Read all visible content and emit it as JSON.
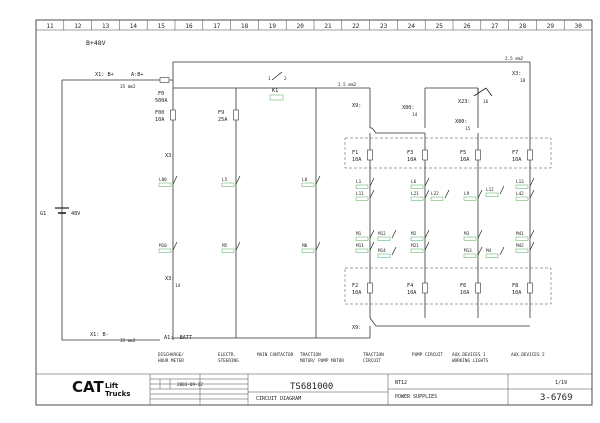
{
  "columns": [
    "11",
    "12",
    "13",
    "14",
    "15",
    "16",
    "17",
    "18",
    "19",
    "20",
    "21",
    "22",
    "23",
    "24",
    "25",
    "26",
    "27",
    "28",
    "29",
    "30"
  ],
  "supply_label": "B+48V",
  "terminals": {
    "x1_bplus": "X1: B+",
    "a_bplus": "A:B+",
    "x1_bminus": "X1: B-",
    "a1_batt": "A1: -BATT",
    "x3_top": "X3:",
    "x3_bottom": "X3:",
    "x9_top": "X9:",
    "x9_bottom": "X9:",
    "x80_a": "X80:",
    "x80_b": "X80:",
    "x23": "X23:",
    "x3_right": "X3:",
    "pin_14": "14",
    "pin_15": "15",
    "pin_18": "18",
    "pin_16": "16",
    "pin_1": "1",
    "pin_2": "2"
  },
  "wire_labels": {
    "w1": "35 mm2",
    "w2": "2.5 mm2",
    "w3": "2.5 mm2",
    "w4": "35 mm2"
  },
  "battery": {
    "name": "G1",
    "voltage": "48V"
  },
  "fuses": {
    "f0": "F0",
    "f0_rating": "500A",
    "f00": "F00",
    "f00_rating": "10A",
    "f9": "F9",
    "f9_rating": "25A",
    "f1": "F1",
    "f1_rating": "10A",
    "f3": "F3",
    "f3_rating": "10A",
    "f5": "F5",
    "f5_rating": "10A",
    "f7": "F7",
    "f7_rating": "10A",
    "f2": "F2",
    "f2_rating": "10A",
    "f4": "F4",
    "f4_rating": "10A",
    "f6": "F6",
    "f6_rating": "10A",
    "f8": "F8",
    "f8_rating": "10A"
  },
  "relay_k1": "K1",
  "contacts_upper": [
    "L00",
    "L5",
    "L0",
    "L1",
    "L11",
    "L6",
    "L21",
    "L22",
    "L9",
    "L12",
    "L13",
    "L42"
  ],
  "contacts_lower": [
    "M10",
    "M5",
    "M0",
    "M1",
    "M11",
    "M12",
    "M14",
    "M2",
    "M21",
    "M3",
    "M13",
    "M4",
    "M41",
    "M42"
  ],
  "circuits": [
    "DISCHARGE/ HOUR METER",
    "ELECTR. STEERING",
    "MAIN CONTACTOR",
    "TRACTION MOTOR/ PUMP MOTOR",
    "TRACTION CIRCUIT",
    "PUMP CIRCUIT",
    "AUX.DEVICES 1 WORKING LIGHTS",
    "AUX.DEVICES 2"
  ],
  "title_block": {
    "brand": "CAT",
    "brand_sub1": "Lift",
    "brand_sub2": "Trucks",
    "date": "2003-09-22",
    "doc_number": "TS681000",
    "doc_type": "CIRCUIT DIAGRAM",
    "model": "NT12",
    "sheet_title": "POWER SUPPLIES",
    "page": "1/19",
    "drawing_no": "3-6769"
  },
  "colors": {
    "line": "#333333",
    "accent": "#1a9a2a",
    "background": "#ffffff"
  }
}
